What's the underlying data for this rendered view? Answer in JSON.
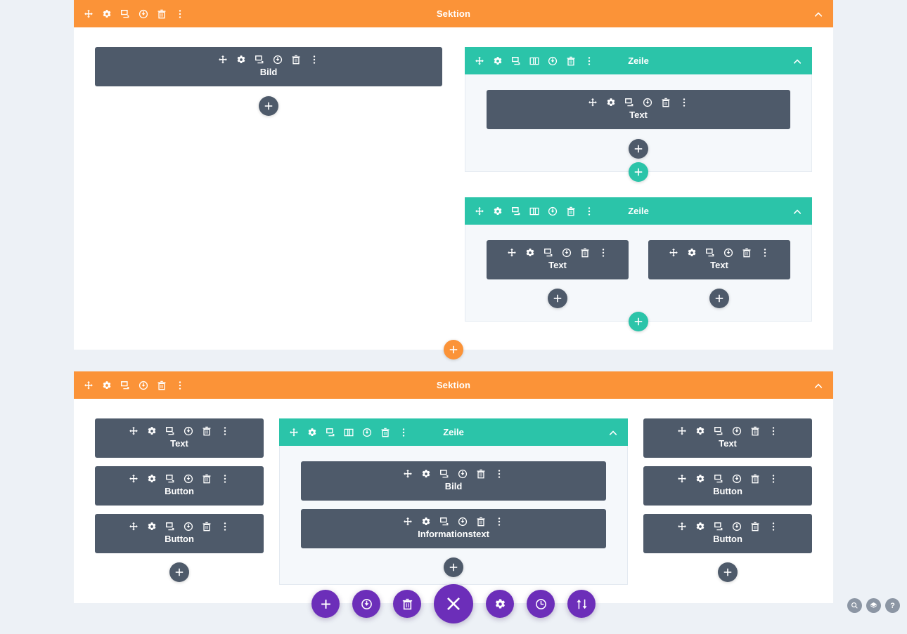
{
  "builder": {
    "colors": {
      "section": "#fb9338",
      "row": "#2bc4a9",
      "module": "#4e5a6a",
      "fab": "#6c2eb9",
      "page_bg": "#edf1f6",
      "row_body_bg": "#f5f8fb"
    },
    "labels": {
      "section": "Sektion",
      "row": "Zeile",
      "module_image": "Bild",
      "module_text": "Text",
      "module_button": "Button",
      "module_blurb": "Informationstext"
    },
    "add_plus": "+"
  },
  "sections": [
    {
      "title": "Sektion",
      "tools": [
        "move-icon",
        "gear-icon",
        "duplicate-icon",
        "power-icon",
        "trash-icon",
        "kebab-icon"
      ],
      "collapse_icon": "chevron-up-icon",
      "left_column": {
        "modules": [
          {
            "label": "Bild",
            "tools": [
              "move-icon",
              "gear-icon",
              "duplicate-icon",
              "power-icon",
              "trash-icon",
              "kebab-icon"
            ]
          }
        ],
        "add_module": "+"
      },
      "right_column": {
        "rows": [
          {
            "title": "Zeile",
            "tools": [
              "move-icon",
              "gear-icon",
              "duplicate-icon",
              "columns-icon",
              "power-icon",
              "trash-icon",
              "kebab-icon"
            ],
            "collapse_icon": "chevron-up-icon",
            "columns": [
              {
                "modules": [
                  {
                    "label": "Text"
                  }
                ],
                "add_module": "+"
              }
            ],
            "add_row": "+"
          },
          {
            "title": "Zeile",
            "tools": [
              "move-icon",
              "gear-icon",
              "duplicate-icon",
              "columns-icon",
              "power-icon",
              "trash-icon",
              "kebab-icon"
            ],
            "collapse_icon": "chevron-up-icon",
            "columns": [
              {
                "modules": [
                  {
                    "label": "Text"
                  }
                ],
                "add_module": "+"
              },
              {
                "modules": [
                  {
                    "label": "Text"
                  }
                ],
                "add_module": "+"
              }
            ],
            "add_row": "+"
          }
        ]
      },
      "add_section": "+"
    },
    {
      "title": "Sektion",
      "tools": [
        "move-icon",
        "gear-icon",
        "duplicate-icon",
        "power-icon",
        "trash-icon",
        "kebab-icon"
      ],
      "collapse_icon": "chevron-up-icon",
      "left_column": {
        "modules": [
          {
            "label": "Text"
          },
          {
            "label": "Button"
          },
          {
            "label": "Button"
          }
        ],
        "add_module": "+"
      },
      "middle_row": {
        "title": "Zeile",
        "tools": [
          "move-icon",
          "gear-icon",
          "duplicate-icon",
          "columns-icon",
          "power-icon",
          "trash-icon",
          "kebab-icon"
        ],
        "collapse_icon": "chevron-up-icon",
        "modules": [
          {
            "label": "Bild"
          },
          {
            "label": "Informationstext"
          }
        ],
        "add_module": "+"
      },
      "right_column": {
        "modules": [
          {
            "label": "Text"
          },
          {
            "label": "Button"
          },
          {
            "label": "Button"
          }
        ],
        "add_module": "+"
      }
    }
  ],
  "floating_toolbar": {
    "buttons": [
      {
        "name": "add-icon",
        "kind": "small"
      },
      {
        "name": "power-icon",
        "kind": "small"
      },
      {
        "name": "trash-icon",
        "kind": "small"
      },
      {
        "name": "close-icon",
        "kind": "big"
      },
      {
        "name": "gear-icon",
        "kind": "small"
      },
      {
        "name": "history-icon",
        "kind": "small"
      },
      {
        "name": "sort-icon",
        "kind": "small"
      }
    ]
  },
  "help_cluster": {
    "buttons": [
      {
        "name": "search-icon"
      },
      {
        "name": "layers-icon"
      },
      {
        "name": "help-icon",
        "glyph": "?"
      }
    ]
  }
}
